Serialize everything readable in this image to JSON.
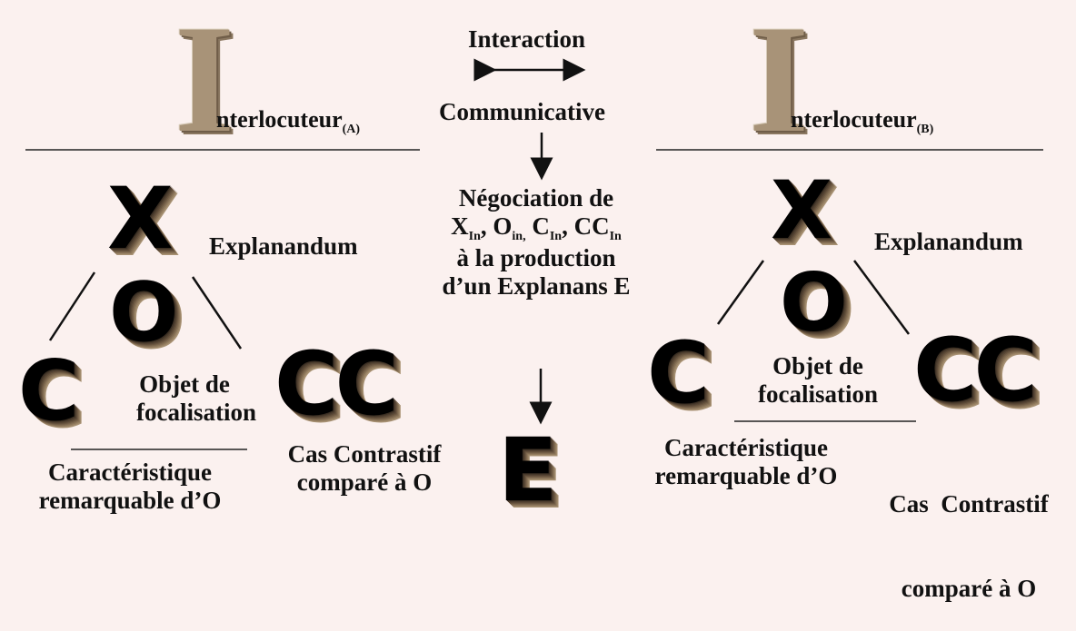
{
  "top": {
    "interaction": "Interaction",
    "communicative": "Communicative"
  },
  "left": {
    "big_i": "I",
    "interlocutor_rest": "nterlocuteur",
    "interlocutor_sub": "(A)",
    "x_letter": "X",
    "o_letter": "O",
    "c_letter": "C",
    "cc_letter": "CC",
    "explanandum": "Explanandum",
    "objet_line1": "Objet de",
    "objet_line2": "focalisation",
    "caracteristique_line1": "Caractéristique",
    "caracteristique_line2": "remarquable d’O",
    "cas_line1": "Cas Contrastif",
    "cas_line2": "comparé à O"
  },
  "right": {
    "big_i": "I",
    "interlocutor_rest": "nterlocuteur",
    "interlocutor_sub": "(B)",
    "x_letter": "X",
    "o_letter": "O",
    "c_letter": "C",
    "cc_letter": "CC",
    "explanandum": "Explanandum",
    "objet_line1": "Objet de",
    "objet_line2": "focalisation",
    "caracteristique_line1": "Caractéristique",
    "caracteristique_line2": "remarquable d’O",
    "cas_line1": "Cas  Contrastif",
    "cas_line2": "comparé à O"
  },
  "center": {
    "negociation_line1": "Négociation de",
    "x": "X",
    "x_sub": "In",
    "sep1": ", ",
    "o": "O",
    "o_sub": "in,",
    "sep2": " ",
    "c": "C",
    "c_sub": "In",
    "sep3": ", ",
    "cc": "CC",
    "cc_sub": "In",
    "line3": "à la production",
    "line4": "d’un Explanans E",
    "e_letter": "E"
  },
  "colors": {
    "background": "#fbf1ef",
    "text": "#111111",
    "carved_i": "#a89378"
  }
}
